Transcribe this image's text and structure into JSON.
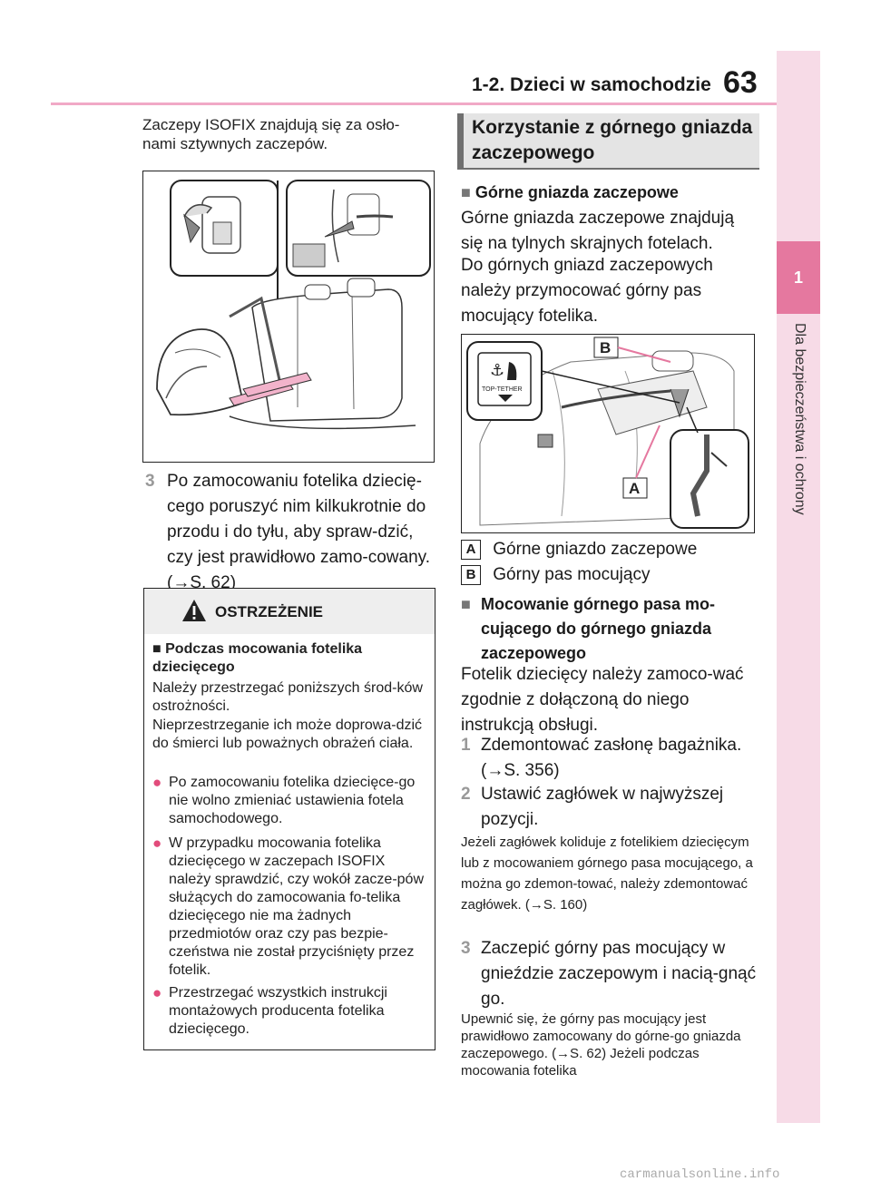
{
  "header": {
    "section_title": "1-2. Dzieci w samochodzie",
    "page_number": "63"
  },
  "side_tab": {
    "chapter_number": "1",
    "chapter_title": "Dla bezpieczeństwa i ochrony"
  },
  "left": {
    "intro": "Zaczepy ISOFIX znajdują się za osło-nami sztywnych zaczepów.",
    "step3_num": "3",
    "step3_text": "Po zamocowaniu fotelika dziecię-cego poruszyć nim kilkukrotnie do przodu i do tyłu, aby spraw-dzić, czy jest prawidłowo zamo-cowany. (→S. 62)",
    "warning": {
      "title": "OSTRZEŻENIE",
      "heading": "Podczas mocowania fotelika dziecięcego",
      "intro1": "Należy przestrzegać poniższych środ-ków ostrożności.",
      "intro2": "Nieprzestrzeganie ich może doprowa-dzić do śmierci lub poważnych obrażeń ciała.",
      "bullets": [
        "Po zamocowaniu fotelika dziecięce-go nie wolno zmieniać ustawienia fotela samochodowego.",
        "W przypadku mocowania fotelika dziecięcego w zaczepach ISOFIX należy sprawdzić, czy wokół zacze-pów służących do zamocowania fo-telika dziecięcego nie ma żadnych przedmiotów oraz czy pas bezpie-czeństwa nie został przyciśnięty przez fotelik.",
        "Przestrzegać wszystkich instrukcji montażowych producenta fotelika dziecięcego."
      ]
    }
  },
  "right": {
    "box_title": "Korzystanie z górnego gniazda zaczepowego",
    "sub1": "Górne gniazda zaczepowe",
    "p1": "Górne gniazda zaczepowe znajdują się na tylnych skrajnych fotelach.",
    "p2": "Do górnych gniazd zaczepowych należy przymocować górny pas mocujący fotelika.",
    "figure": {
      "icon_text": "TOP-TETHER",
      "label_a": "A",
      "label_b": "B"
    },
    "legend": [
      {
        "key": "A",
        "text": "Górne gniazdo zaczepowe"
      },
      {
        "key": "B",
        "text": "Górny pas mocujący"
      }
    ],
    "sub2": "Mocowanie górnego pasa mo-cującego do górnego gniazda zaczepowego",
    "p3": "Fotelik dziecięcy należy zamoco-wać zgodnie z dołączoną do niego instrukcją obsługi.",
    "steps": [
      {
        "num": "1",
        "text": "Zdemontować zasłonę bagażnika. (→S. 356)"
      },
      {
        "num": "2",
        "text": "Ustawić zagłówek w najwyższej pozycji."
      },
      {
        "num": "3",
        "text": "Zaczepić górny pas mocujący w gnieździe zaczepowym i nacią-gnąć go."
      }
    ],
    "note1": "Jeżeli zagłówek koliduje z fotelikiem dziecięcym lub z mocowaniem górnego pasa mocującego, a można go zdemon-tować, należy zdemontować zagłówek. (→S. 160)",
    "note2": "Upewnić się, że górny pas mocujący jest prawidłowo zamocowany do górne-go gniazda zaczepowego. (→S. 62) Jeżeli podczas mocowania fotelika"
  },
  "footer": {
    "watermark": "carmanualsonline.info"
  }
}
